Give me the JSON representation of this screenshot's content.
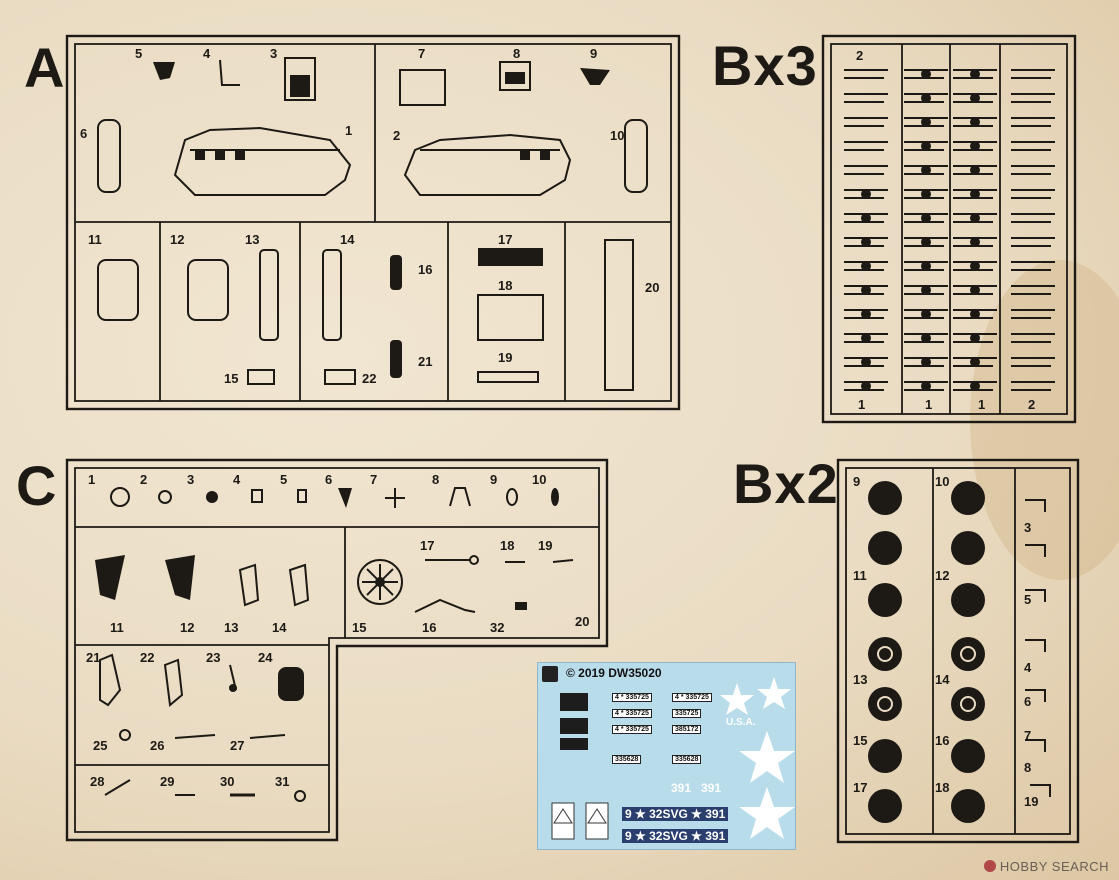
{
  "labels": {
    "sprue_a": "A",
    "sprue_b3": "Bx3",
    "sprue_c": "C",
    "sprue_b2": "Bx2"
  },
  "decal": {
    "code": "© 2019 DW35020",
    "plates": [
      "4 * 335725",
      "4 * 335725",
      "4 * 335725",
      "4 * 335725",
      "335725",
      "385172",
      "335628",
      "335628"
    ],
    "usa": "U.S.A.",
    "tactical_a": "9 ★ 32SVG ★ 391",
    "tactical_b": "9 ★ 32SVG ★ 391",
    "numbers": [
      "391",
      "391"
    ]
  },
  "watermark": "HOBBY SEARCH",
  "colors": {
    "ink": "#1d1a16",
    "paper": "#eadcc3",
    "decal_bg": "#b9dceb",
    "star": "#ffffff"
  },
  "sprue_a_numbers": [
    "5",
    "4",
    "3",
    "7",
    "8",
    "9",
    "6",
    "1",
    "2",
    "10",
    "11",
    "12",
    "13",
    "14",
    "16",
    "17",
    "18",
    "20",
    "21",
    "15",
    "22",
    "19"
  ],
  "sprue_b3_numbers": [
    "2",
    "1",
    "1",
    "1",
    "2"
  ],
  "sprue_c_numbers": [
    "1",
    "2",
    "3",
    "4",
    "5",
    "6",
    "7",
    "8",
    "9",
    "10",
    "11",
    "12",
    "13",
    "14",
    "15",
    "16",
    "17",
    "18",
    "19",
    "20",
    "21",
    "22",
    "23",
    "24",
    "25",
    "26",
    "27",
    "28",
    "29",
    "30",
    "31",
    "32"
  ],
  "sprue_b2_numbers": [
    "9",
    "10",
    "11",
    "12",
    "13",
    "14",
    "15",
    "16",
    "17",
    "18",
    "3",
    "5",
    "4",
    "6",
    "7",
    "8",
    "19"
  ]
}
